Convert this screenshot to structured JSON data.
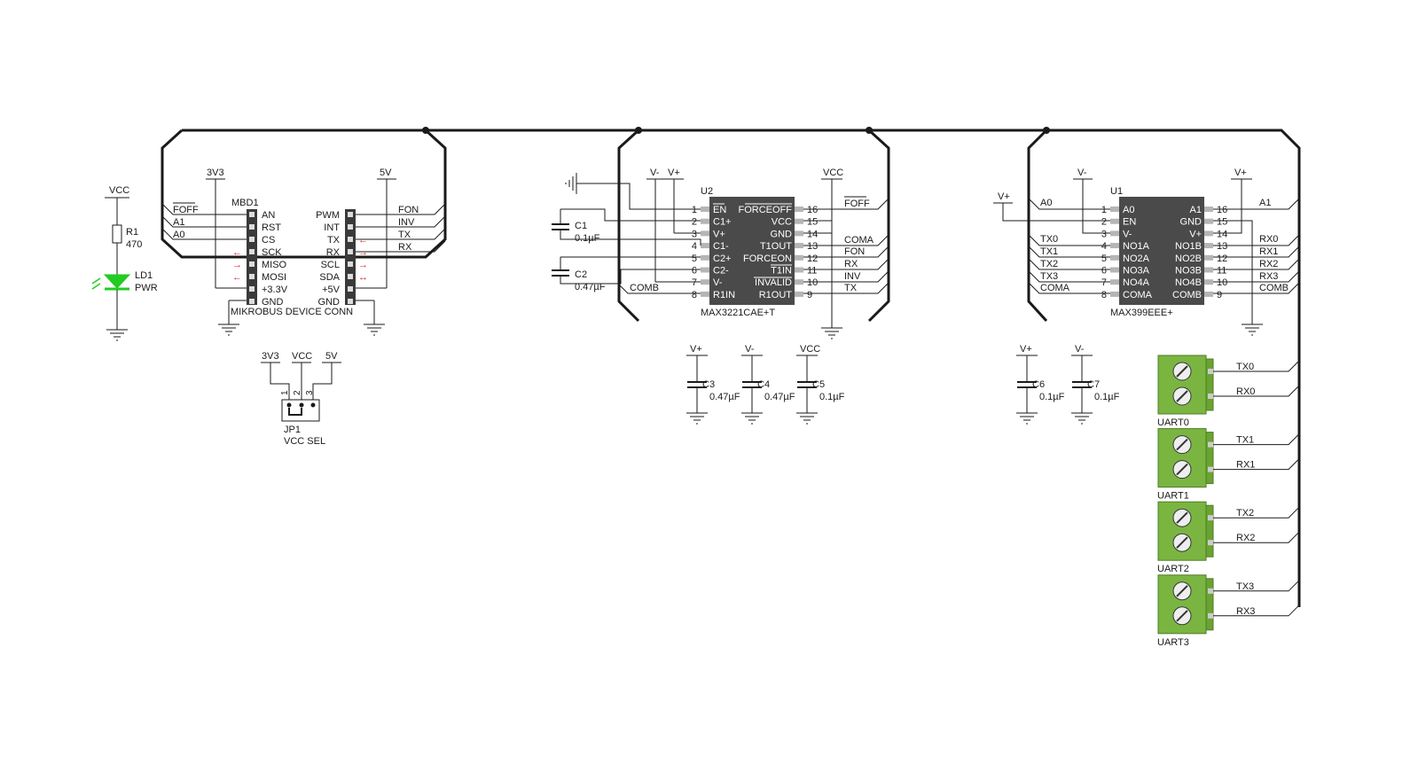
{
  "colors": {
    "wire": "#1a1a1a",
    "ic_body": "#4a4a4a",
    "pin": "#b5b5b5",
    "header": "#3a3a3a",
    "arrow": "#e0202a",
    "led": "#22cc22",
    "terminal": "#7ab542"
  },
  "power_led": {
    "vcc": "VCC",
    "r_ref": "R1",
    "r_val": "470",
    "led_ref": "LD1",
    "led_val": "PWR"
  },
  "mikrobus": {
    "ref": "MBD1",
    "name": "MIKROBUS DEVICE CONN",
    "left_power": "3V3",
    "right_power": "5V",
    "left_pins": [
      "AN",
      "RST",
      "CS",
      "SCK",
      "MISO",
      "MOSI",
      "+3.3V",
      "GND"
    ],
    "right_pins": [
      "PWM",
      "INT",
      "TX",
      "RX",
      "SCL",
      "SDA",
      "+5V",
      "GND"
    ],
    "left_nets": [
      "FOFF",
      "A1",
      "A0"
    ],
    "right_nets": [
      "FON",
      "INV",
      "TX",
      "RX"
    ]
  },
  "jumper": {
    "ref": "JP1",
    "name": "VCC SEL",
    "labels": [
      "3V3",
      "VCC",
      "5V"
    ],
    "pins": [
      "1",
      "2",
      "3"
    ]
  },
  "u2": {
    "ref": "U2",
    "part": "MAX3221CAE+T",
    "power": [
      "V-",
      "V+",
      "VCC"
    ],
    "left_pins": [
      {
        "num": "1",
        "name": "EN"
      },
      {
        "num": "2",
        "name": "C1+"
      },
      {
        "num": "3",
        "name": "V+"
      },
      {
        "num": "4",
        "name": "C1-"
      },
      {
        "num": "5",
        "name": "C2+"
      },
      {
        "num": "6",
        "name": "C2-"
      },
      {
        "num": "7",
        "name": "V-"
      },
      {
        "num": "8",
        "name": "R1IN"
      }
    ],
    "right_pins": [
      {
        "num": "16",
        "name": "FORCEOFF"
      },
      {
        "num": "15",
        "name": "VCC"
      },
      {
        "num": "14",
        "name": "GND"
      },
      {
        "num": "13",
        "name": "T1OUT"
      },
      {
        "num": "12",
        "name": "FORCEON"
      },
      {
        "num": "11",
        "name": "T1IN"
      },
      {
        "num": "10",
        "name": "INVALID"
      },
      {
        "num": "9",
        "name": "R1OUT"
      }
    ],
    "left_net": "COMB",
    "right_nets": [
      "FOFF",
      "COMA",
      "FON",
      "RX",
      "INV",
      "TX"
    ],
    "caps": [
      {
        "ref": "C1",
        "val": "0.1µF"
      },
      {
        "ref": "C2",
        "val": "0.47µF"
      }
    ]
  },
  "decoupling_u2": [
    {
      "net": "V+",
      "ref": "C3",
      "val": "0.47µF"
    },
    {
      "net": "V-",
      "ref": "C4",
      "val": "0.47µF"
    },
    {
      "net": "VCC",
      "ref": "C5",
      "val": "0.1µF"
    }
  ],
  "u1": {
    "ref": "U1",
    "part": "MAX399EEE+",
    "power": [
      "V+",
      "V-",
      "V+"
    ],
    "left_pins": [
      {
        "num": "1",
        "name": "A0"
      },
      {
        "num": "2",
        "name": "EN"
      },
      {
        "num": "3",
        "name": "V-"
      },
      {
        "num": "4",
        "name": "NO1A"
      },
      {
        "num": "5",
        "name": "NO2A"
      },
      {
        "num": "6",
        "name": "NO3A"
      },
      {
        "num": "7",
        "name": "NO4A"
      },
      {
        "num": "8",
        "name": "COMA"
      }
    ],
    "right_pins": [
      {
        "num": "16",
        "name": "A1"
      },
      {
        "num": "15",
        "name": "GND"
      },
      {
        "num": "14",
        "name": "V+"
      },
      {
        "num": "13",
        "name": "NO1B"
      },
      {
        "num": "12",
        "name": "NO2B"
      },
      {
        "num": "11",
        "name": "NO3B"
      },
      {
        "num": "10",
        "name": "NO4B"
      },
      {
        "num": "9",
        "name": "COMB"
      }
    ],
    "left_nets": [
      "A0",
      "TX0",
      "TX1",
      "TX2",
      "TX3",
      "COMA"
    ],
    "right_nets": [
      "A1",
      "RX0",
      "RX1",
      "RX2",
      "RX3",
      "COMB"
    ]
  },
  "decoupling_u1": [
    {
      "net": "V+",
      "ref": "C6",
      "val": "0.1µF"
    },
    {
      "net": "V-",
      "ref": "C7",
      "val": "0.1µF"
    }
  ],
  "terminals": [
    {
      "ref": "UART0",
      "tx": "TX0",
      "rx": "RX0"
    },
    {
      "ref": "UART1",
      "tx": "TX1",
      "rx": "RX1"
    },
    {
      "ref": "UART2",
      "tx": "TX2",
      "rx": "RX2"
    },
    {
      "ref": "UART3",
      "tx": "TX3",
      "rx": "RX3"
    }
  ]
}
